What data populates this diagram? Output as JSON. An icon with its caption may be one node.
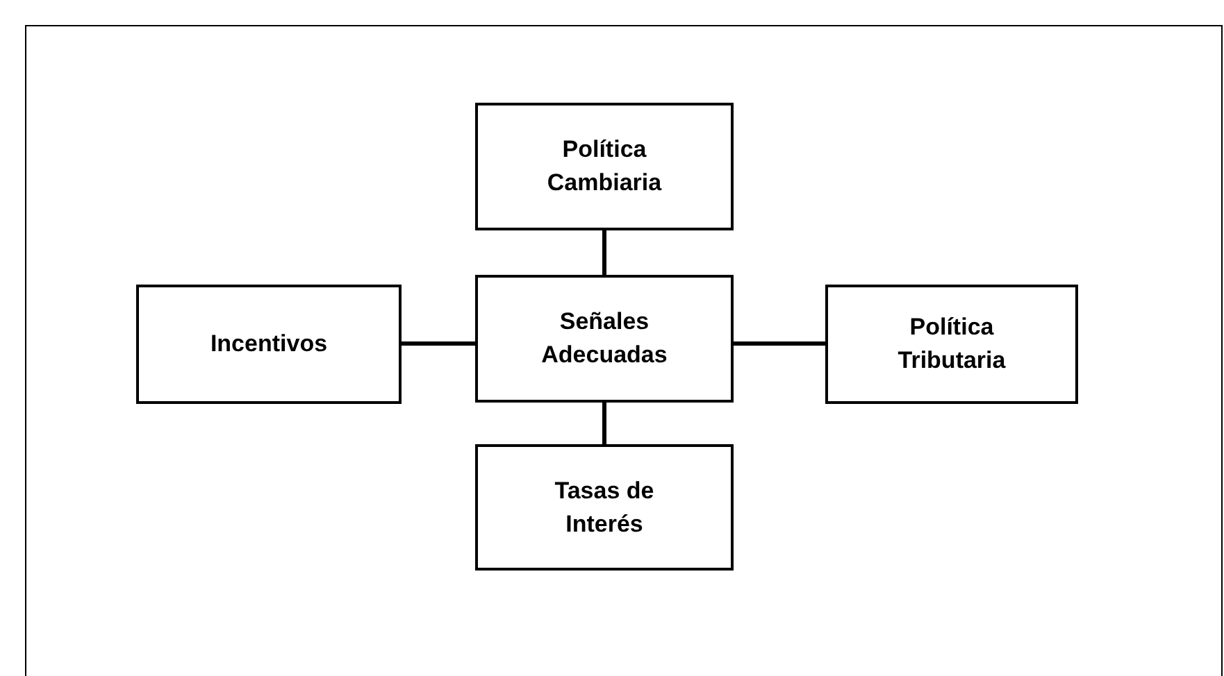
{
  "diagram": {
    "nodes": [
      {
        "text": [
          "Política Cambiaria"
        ]
      },
      {
        "text": [
          "Incentivos"
        ]
      },
      {
        "text": [
          "Señales Adecuadas"
        ]
      },
      {
        "text": [
          "Política Tributaria"
        ]
      },
      {
        "text": [
          "Tasas de Interés"
        ]
      }
    ],
    "edges": [
      {
        "from": 2,
        "to": 0,
        "arrow": "none"
      },
      {
        "from": 2,
        "to": 1,
        "arrow": "none"
      },
      {
        "from": 2,
        "to": 3,
        "arrow": "none"
      },
      {
        "from": 2,
        "to": 4,
        "arrow": "none"
      }
    ]
  }
}
